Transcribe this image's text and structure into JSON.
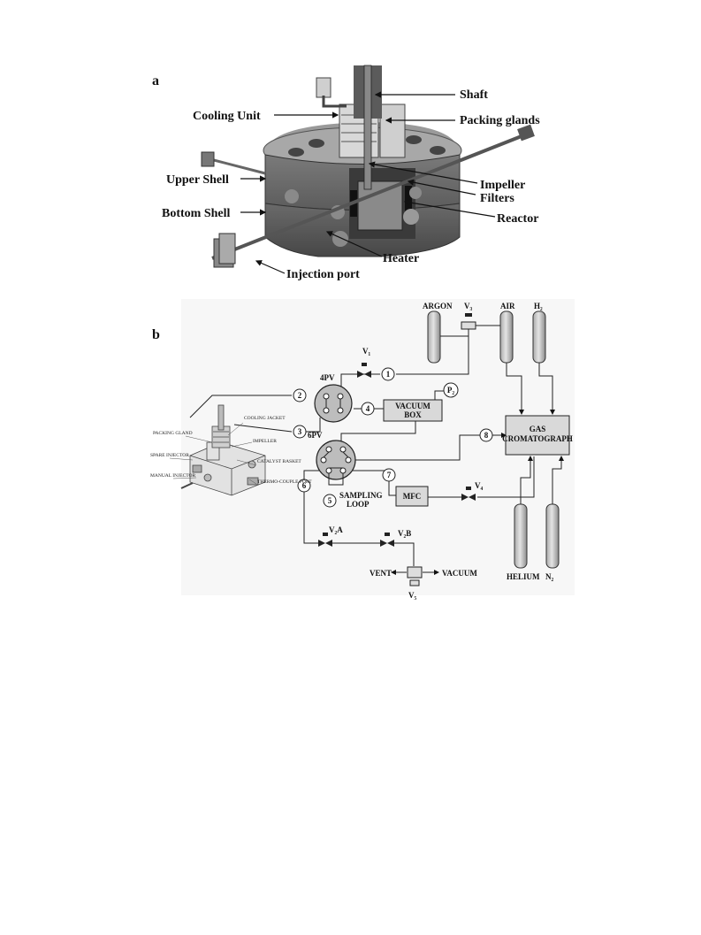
{
  "panel_a": {
    "panel_label": "a",
    "labels": {
      "shaft": "Shaft",
      "packing_glands": "Packing glands",
      "cooling_unit": "Cooling Unit",
      "upper_shell": "Upper Shell",
      "bottom_shell": "Bottom Shell",
      "impeller": "Impeller",
      "filters": "Filters",
      "reactor": "Reactor",
      "heater": "Heater",
      "injection_port": "Injection port"
    }
  },
  "panel_b": {
    "panel_label": "b",
    "gases": {
      "argon": "ARGON",
      "air": "AIR",
      "h2": "H₂",
      "helium": "HELIUM",
      "n2": "N₂"
    },
    "valves": {
      "v1": "V₁",
      "v3": "V₃",
      "v4": "V₄",
      "v2a": "V₂A",
      "v2b": "V₂B",
      "v5": "V₅"
    },
    "components": {
      "four_pv": "4PV",
      "six_pv": "6PV",
      "vacuum_box_line1": "VACUUM",
      "vacuum_box_line2": "BOX",
      "p2": "P₂",
      "gc_line1": "GAS",
      "gc_line2": "CROMATOGRAPH",
      "mfc": "MFC",
      "sampling_loop_line1": "SAMPLING",
      "sampling_loop_line2": "LOOP",
      "vent": "VENT",
      "vacuum": "VACUUM"
    },
    "port_numbers": [
      "1",
      "2",
      "3",
      "4",
      "5",
      "6",
      "7",
      "8"
    ],
    "reactor_sketch": {
      "packing_gland": "PACKING GLAND",
      "cooling_jacket": "COOLING JACKET",
      "impeller": "IMPELLER",
      "catalyst_basket": "CATALYST BASKET",
      "spare_injector": "SPARE INJECTOR",
      "manual_injector": "MANUAL INJECTOR",
      "thermocouple_port": "THERMO-COUPLE PORT"
    }
  }
}
